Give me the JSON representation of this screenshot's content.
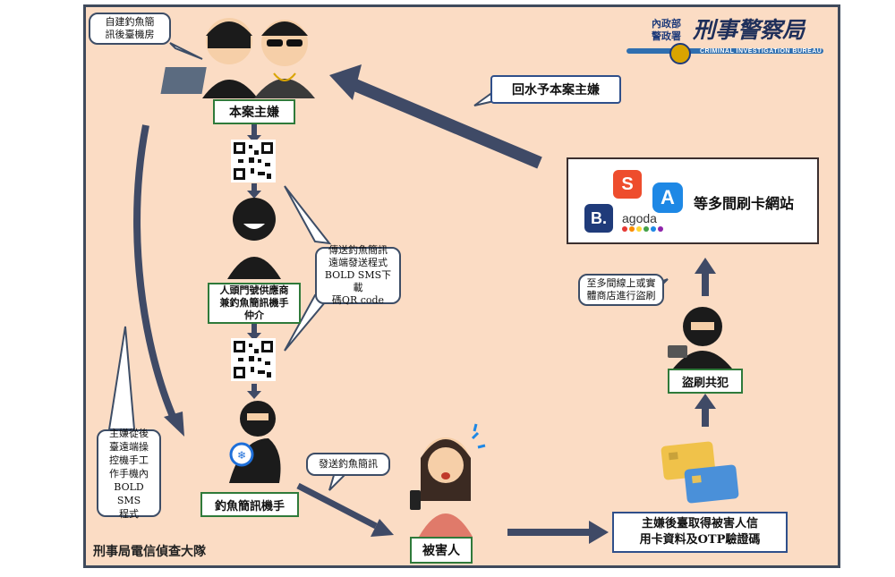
{
  "logo": {
    "ministry_line1": "內政部",
    "ministry_line2": "警政署",
    "bureau": "刑事警察局",
    "english": "CRIMINAL INVESTIGATION BUREAU"
  },
  "nodes": {
    "main_suspect": "本案主嫌",
    "intermediary_line1": "人頭門號供應商",
    "intermediary_line2": "兼釣魚簡訊機手",
    "intermediary_line3": "仲介",
    "sms_operator": "釣魚簡訊機手",
    "victim": "被害人",
    "card_thief": "盜刷共犯",
    "card_sites": "等多間刷卡網站",
    "obtain_data_line1": "主嫌後臺取得被害人信",
    "obtain_data_line2": "用卡資料及OTP驗證碼",
    "refund": "回水予本案主嫌"
  },
  "bubbles": {
    "server_line1": "自建釣魚簡",
    "server_line2": "訊後臺機房",
    "send_program_line1": "傳送釣魚簡訊",
    "send_program_line2": "遠端發送程式",
    "send_program_line3": "BOLD SMS下載",
    "send_program_line4": "碼QR code",
    "remote_line1": "主嫌從後",
    "remote_line2": "臺遠端操",
    "remote_line3": "控機手工",
    "remote_line4": "作手機內",
    "remote_line5": "BOLD SMS",
    "remote_line6": "程式",
    "send_sms": "發送釣魚簡訊",
    "swipe_line1": "至多間線上或實",
    "swipe_line2": "體商店進行盜刷"
  },
  "apps": {
    "shopee": "S",
    "appstore": "A",
    "booking": "B.",
    "agoda": "agoda"
  },
  "footer": "刑事局電信偵查大隊",
  "colors": {
    "background": "#fbdcc4",
    "arrow": "#3f4a66",
    "green_border": "#2f7a3a",
    "shopee": "#ee4d2d",
    "appstore": "#1e88e5",
    "booking": "#1f3b7a"
  }
}
